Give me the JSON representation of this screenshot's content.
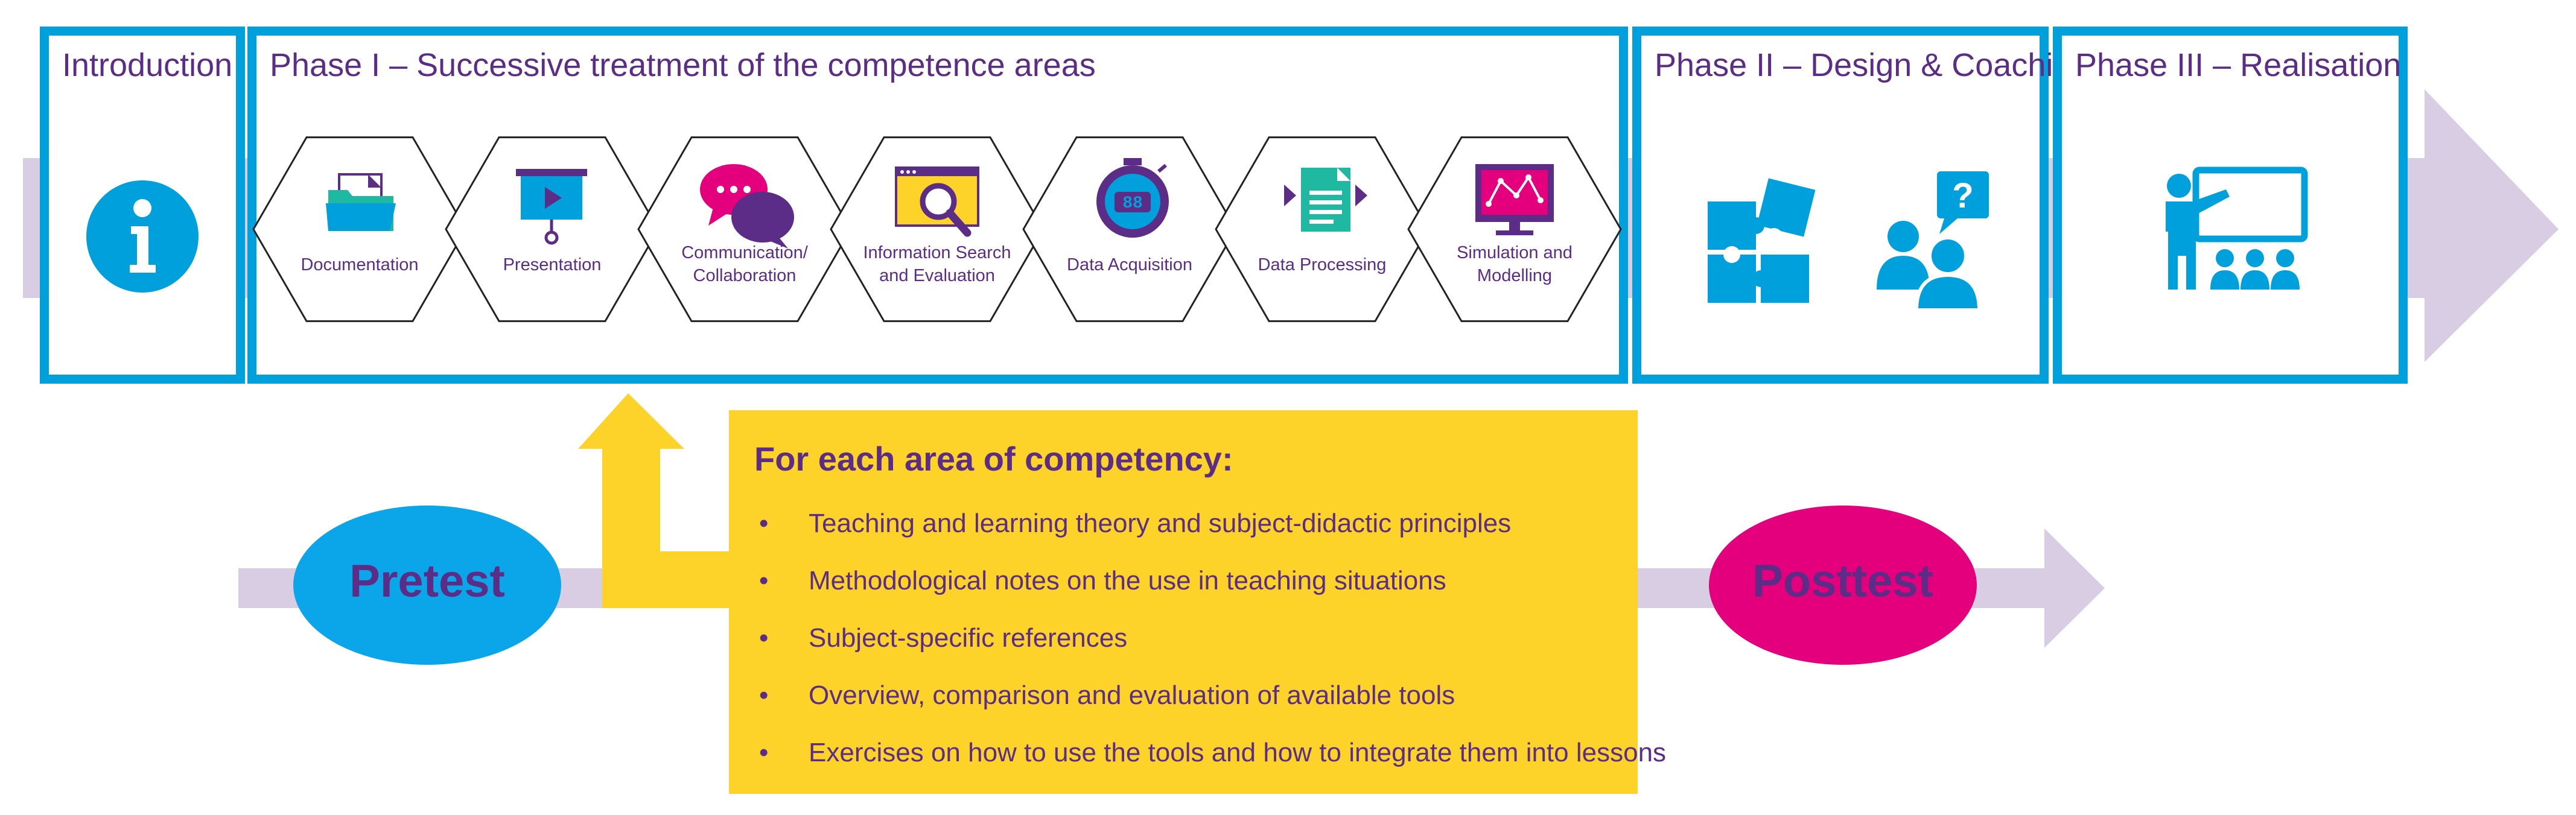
{
  "colors": {
    "accent_blue": "#00a0dd",
    "purple_text": "#5b2d86",
    "arrow_lavender": "#d9cde3",
    "yellow_box": "#fdd32a",
    "pretest_oval": "#0ba6ea",
    "posttest_oval": "#e4007c",
    "posttest_text": "#5b2d86"
  },
  "phases": {
    "introduction": {
      "title": "Introduction",
      "icon": "info-icon"
    },
    "phase1": {
      "title": "Phase I – Successive treatment of the competence areas"
    },
    "phase2": {
      "title": "Phase II – Design & Coaching",
      "icons": [
        "puzzle-icon",
        "consulting-people-icon"
      ]
    },
    "phase3": {
      "title": "Phase III – Realisation",
      "icon": "teacher-presentation-icon"
    }
  },
  "competence_areas": [
    {
      "label_line1": "Documentation",
      "label_line2": "",
      "icon": "folder-icon"
    },
    {
      "label_line1": "Presentation",
      "label_line2": "",
      "icon": "projector-icon"
    },
    {
      "label_line1": "Communication/",
      "label_line2": "Collaboration",
      "icon": "chat-bubbles-icon"
    },
    {
      "label_line1": "Information Search",
      "label_line2": "and Evaluation",
      "icon": "magnifier-browser-icon"
    },
    {
      "label_line1": "Data Acquisition",
      "label_line2": "",
      "icon": "stopwatch-icon"
    },
    {
      "label_line1": "Data Processing",
      "label_line2": "",
      "icon": "document-arrows-icon"
    },
    {
      "label_line1": "Simulation and",
      "label_line2": "Modelling",
      "icon": "monitor-graph-icon"
    }
  ],
  "competency_box": {
    "title": "For each area of competency:",
    "bullet": "•",
    "items": [
      "Teaching and learning theory and subject-didactic principles",
      "Methodological notes on the use in teaching situations",
      "Subject-specific references",
      "Overview, comparison and evaluation of available tools",
      "Exercises on how to use the tools and how to integrate them into lessons"
    ]
  },
  "tests": {
    "pretest": "Pretest",
    "posttest": "Posttest"
  }
}
